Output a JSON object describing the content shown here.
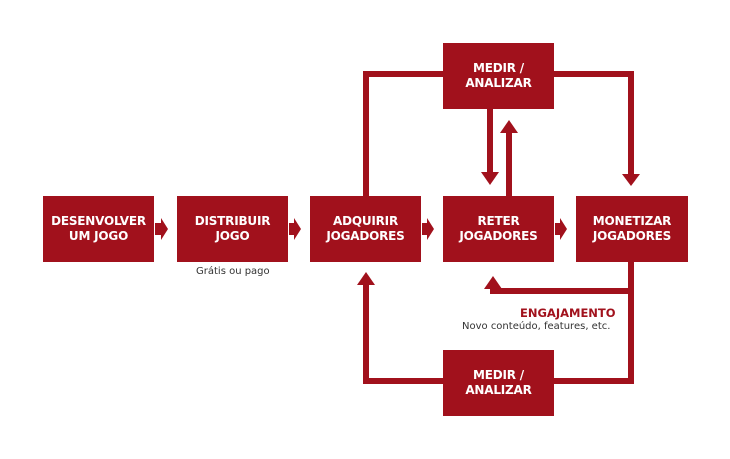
{
  "colors": {
    "accent": "#a1111c",
    "background": "#ffffff",
    "note_text": "#333333"
  },
  "boxes": {
    "develop": {
      "line1": "DESENVOLVER",
      "line2": "UM JOGO"
    },
    "distribute": {
      "line1": "DISTRIBUIR",
      "line2": "JOGO"
    },
    "acquire": {
      "line1": "ADQUIRIR",
      "line2": "JOGADORES"
    },
    "retain": {
      "line1": "RETER",
      "line2": "JOGADORES"
    },
    "monetize": {
      "line1": "MONETIZAR",
      "line2": "JOGADORES"
    },
    "measure_top": {
      "line1": "MEDIR /",
      "line2": "ANALIZAR"
    },
    "measure_bottom": {
      "line1": "MEDIR /",
      "line2": "ANALIZAR"
    }
  },
  "notes": {
    "distribution": "Grátis ou pago",
    "engagement_title": "ENGAJAMENTO",
    "engagement_sub": "Novo conteúdo, features, etc."
  }
}
